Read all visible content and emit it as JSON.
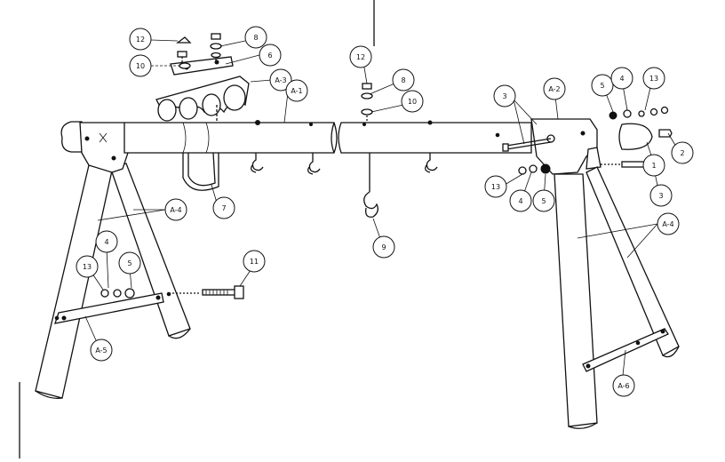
{
  "callouts": {
    "c12_left": "12",
    "c10_left": "10",
    "c8_left": "8",
    "c6_left": "6",
    "cA3": "A-3",
    "cA1": "A-1",
    "c7": "7",
    "cA4_left": "A-4",
    "c4_left": "4",
    "c13_left": "13",
    "c5_left": "5",
    "cA5": "A-5",
    "c11": "11",
    "c12_mid": "12",
    "c8_mid": "8",
    "c10_mid": "10",
    "c9": "9",
    "c3_top": "3",
    "cA2": "A-2",
    "c5_right": "5",
    "c4_right": "4",
    "c13_right": "13",
    "c2": "2",
    "c1": "1",
    "c3_bottom": "3",
    "c13_rb": "13",
    "c4_rb": "4",
    "c5_rb": "5",
    "cA4_right": "A-4",
    "cA6": "A-6"
  }
}
